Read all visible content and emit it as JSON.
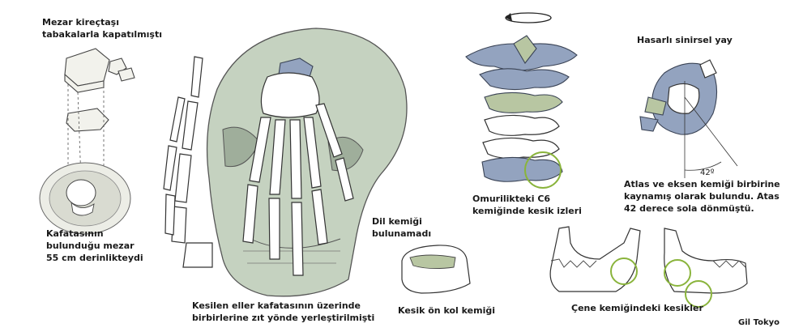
{
  "labels": {
    "tomb_cover": "Mezar kireçtaşı\ntabakalarla kapatılmıştı",
    "tomb_depth": "Kafatasının\nbulunduğu mezar\n55 cm derinlikteydi",
    "hands": "Kesilen eller kafatasının üzerinde\nbirbirlerine zıt yönde yerleştirilmişti",
    "hyoid": "Dil kemiği\nbulunamadı",
    "forearm": "Kesik ön kol kemiği",
    "c6": "Omurilikteki C6\nkemiğinde kesik izleri",
    "nerve": "Hasarlı sinirsel yay",
    "atlas": "Atlas ve eksen kemiği birbirine\nkaynamış olarak bulundu. Atas\n42 derece sola dönmüştü.",
    "angle": "42º",
    "jaw": "Çene kemiğindeki kesikler",
    "credit": "Gil Tokyo"
  },
  "colors": {
    "skull": "#c5d2c0",
    "vertebra_blue": "#93a3bf",
    "vertebra_green": "#b8c6a2",
    "highlight": "#8ab43c"
  }
}
